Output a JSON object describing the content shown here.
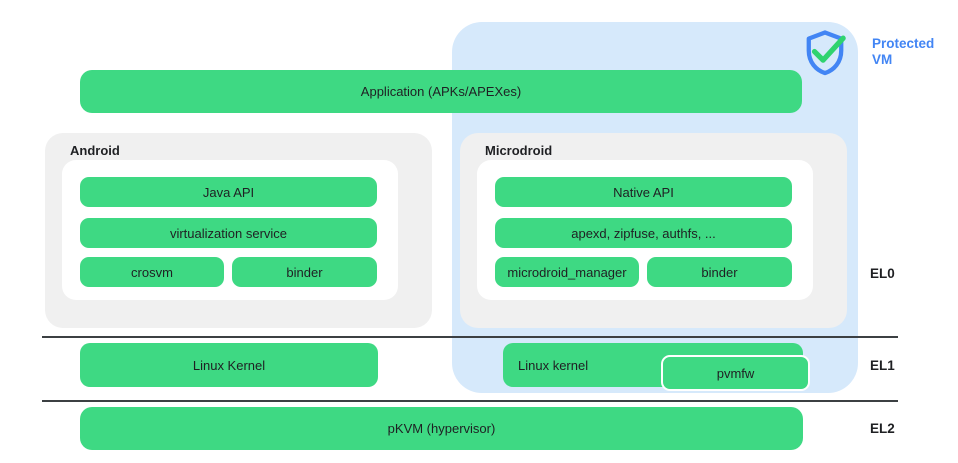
{
  "badge": {
    "label": "Protected VM",
    "icon": "shield-check-icon"
  },
  "bars": {
    "application": "Application (APKs/APEXes)",
    "java_api": "Java API",
    "virtualization_service": "virtualization service",
    "crosvm": "crosvm",
    "android_binder": "binder",
    "native_api": "Native API",
    "apexd": "apexd, zipfuse, authfs, ...",
    "microdroid_manager": "microdroid_manager",
    "microdroid_binder": "binder",
    "host_linux_kernel": "Linux Kernel",
    "guest_linux_kernel": "Linux kernel",
    "pvmfw": "pvmfw",
    "pkvm": "pKVM (hypervisor)"
  },
  "sections": {
    "android": "Android",
    "microdroid": "Microdroid"
  },
  "exception_levels": {
    "el0": "EL0",
    "el1": "EL1",
    "el2": "EL2"
  },
  "colors": {
    "bar_green": "#3ed983",
    "protected_vm_bg": "#d6e9fb",
    "section_gray": "#f0f0f0",
    "panel_white": "#ffffff",
    "accent_blue": "#4285f4",
    "check_green": "#2fd36f",
    "divider_dark": "#3c4043",
    "text_dark": "#1f2023"
  }
}
